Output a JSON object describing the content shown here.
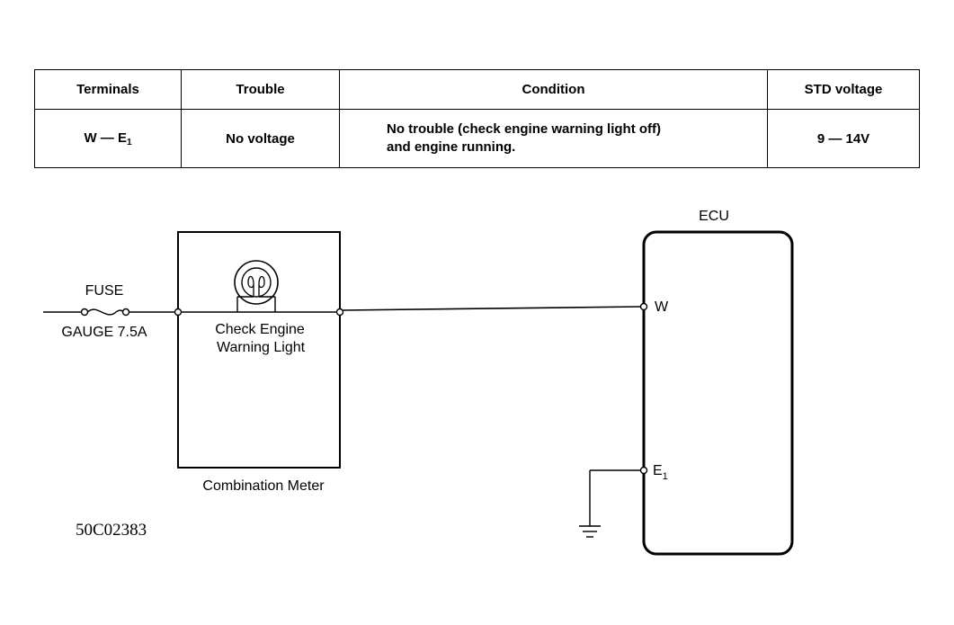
{
  "table": {
    "headers": [
      "Terminals",
      "Trouble",
      "Condition",
      "STD voltage"
    ],
    "row": {
      "terminals_main": "W  —  E",
      "terminals_sub": "1",
      "trouble": "No voltage",
      "condition_line1": "No trouble (check engine warning light off)",
      "condition_line2": "and engine running.",
      "std_voltage": "9 — 14V"
    }
  },
  "diagram": {
    "fuse_label": "FUSE",
    "fuse_rating": "GAUGE 7.5A",
    "lamp_label_line1": "Check Engine",
    "lamp_label_line2": "Warning Light",
    "meter_label": "Combination Meter",
    "ecu_label": "ECU",
    "terminal_w": "W",
    "terminal_e": "E",
    "terminal_e_sub": "1",
    "figure_code": "50C02383"
  }
}
